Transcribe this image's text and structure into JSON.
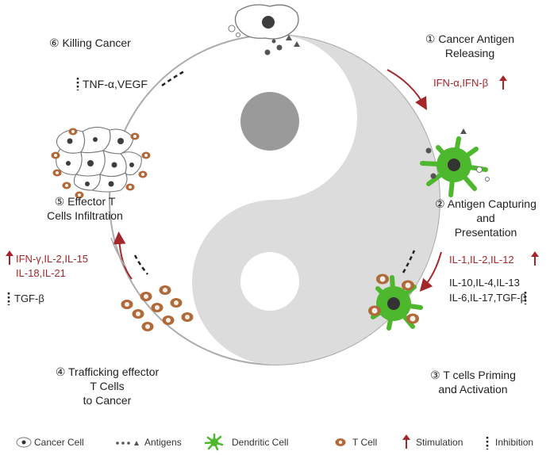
{
  "steps": {
    "s1": {
      "line1": "① Cancer Antigen",
      "line2": "Releasing"
    },
    "s2": {
      "line1": "② Antigen Capturing",
      "line2": "and",
      "line3": "Presentation"
    },
    "s3": {
      "line1": "③ T cells Priming",
      "line2": "and Activation"
    },
    "s4": {
      "line1": "④ Trafficking effector",
      "line2": "T Cells",
      "line3": "to Cancer"
    },
    "s5": {
      "line1": "⑤ Effector T",
      "line2": "Cells Infiltration"
    },
    "s6": {
      "line1": "⑥ Killing  Cancer"
    }
  },
  "factors": {
    "ifn": "IFN-α,IFN-β",
    "il_stim": "IL-1,IL-2,IL-12",
    "il_inh1": "IL-10,IL-4,IL-13",
    "il_inh2": "IL-6,IL-17,TGF-β",
    "ifng1": "IFN-γ,IL-2,IL-15",
    "ifng2": "IL-18,IL-21",
    "tgf": "TGF-β",
    "tnf": "TNF-α,VEGF"
  },
  "legend": {
    "cancer_cell": "Cancer Cell",
    "antigens": "Antigens",
    "dendritic_cell": "Dendritic Cell",
    "t_cell": "T Cell",
    "stimulation": "Stimulation",
    "inhibition": "Inhibition"
  },
  "colors": {
    "stimulation": "#a5262a",
    "dendritic": "#4db82e",
    "t_cell": "#b06a3a",
    "yin": "#dcdcdc",
    "dot_dark": "#9a9a9a",
    "outline": "#aaaaaa"
  }
}
